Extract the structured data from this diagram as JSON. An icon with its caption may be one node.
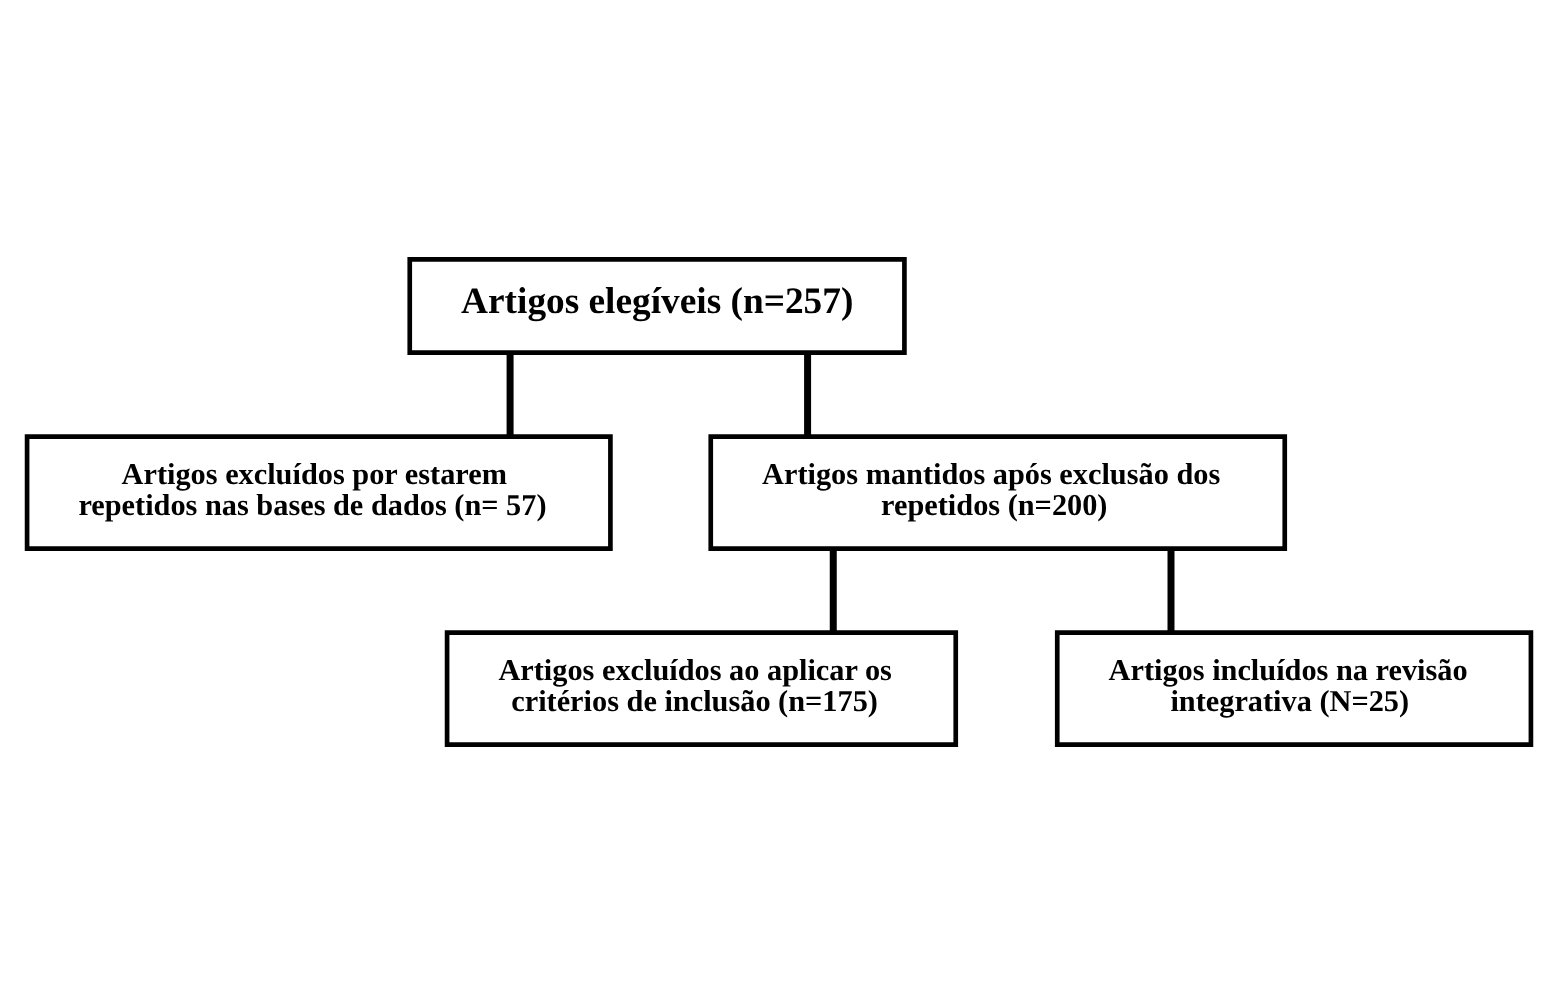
{
  "diagram": {
    "nodes": [
      {
        "text": [
          "Artigos elegíveis (n=257)"
        ]
      },
      {
        "text": [
          "Artigos excluídos por estarem repetidos nas bases de dados (n= 57)"
        ]
      },
      {
        "text": [
          "Artigos mantidos após exclusão dos repetidos (n=200)"
        ]
      },
      {
        "text": [
          "Artigos excluídos ao aplicar os critérios de inclusão (n=175)"
        ]
      },
      {
        "text": [
          "Artigos incluídos na revisão integrativa (N=25)"
        ]
      }
    ],
    "edges": [
      {
        "from": 0,
        "to": 1,
        "arrow": "none"
      },
      {
        "from": 0,
        "to": 2,
        "arrow": "none"
      },
      {
        "from": 2,
        "to": 3,
        "arrow": "none"
      },
      {
        "from": 2,
        "to": 4,
        "arrow": "none"
      }
    ]
  }
}
